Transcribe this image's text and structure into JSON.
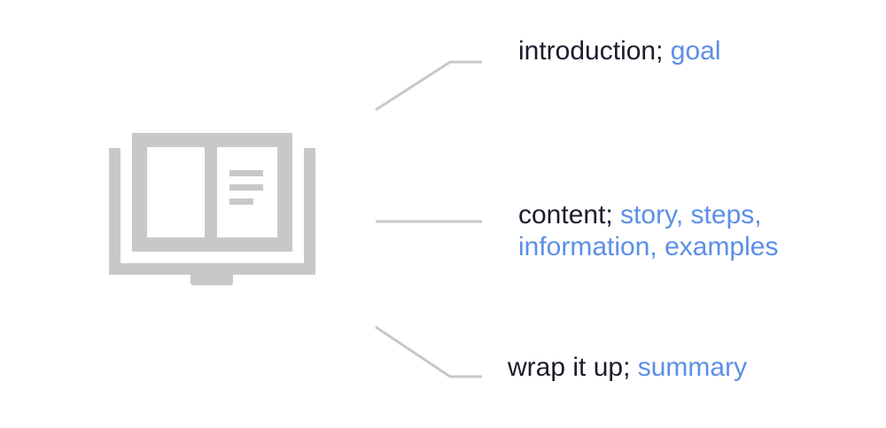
{
  "colors": {
    "icon": "#c8c8c8",
    "connector": "#c8c8c8",
    "term": "#1c1c2b",
    "detail": "#5b8fe6"
  },
  "icon": {
    "name": "open-book-icon"
  },
  "items": [
    {
      "term": "introduction;",
      "detail": "goal"
    },
    {
      "term": "content;",
      "detail_line1": "story, steps,",
      "detail_line2": "information, examples"
    },
    {
      "term": "wrap it up;",
      "detail": "summary"
    }
  ]
}
